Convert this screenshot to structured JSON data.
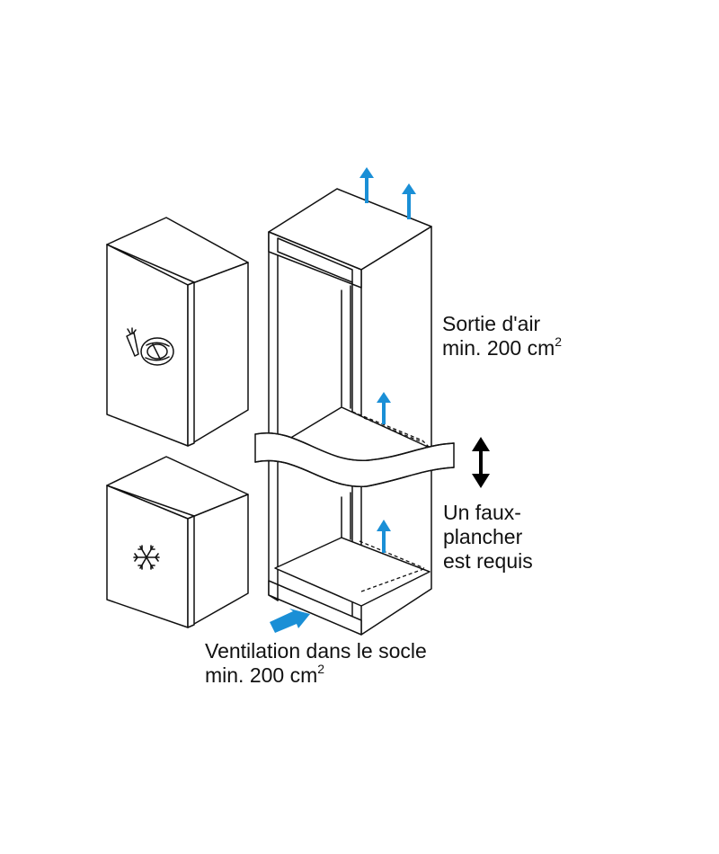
{
  "labels": {
    "air_out_line1": "Sortie d'air",
    "air_out_line2_prefix": "min. 200 cm",
    "air_out_line2_sup": "2",
    "floor_line1": "Un faux-",
    "floor_line2": "plancher",
    "floor_line3": "est requis",
    "vent_line1": "Ventilation dans le socle",
    "vent_line2_prefix": "min. 200 cm",
    "vent_line2_sup": "2"
  },
  "colors": {
    "airflow_arrow": "#1a8fd6",
    "outline": "#111111",
    "adjust_arrow": "#000000"
  },
  "icons": {
    "fridge_compartment": [
      "carrot-icon",
      "cabbage-icon"
    ],
    "freezer_compartment": [
      "snowflake-icon"
    ],
    "adjustable_height": "double-vertical-arrow-icon"
  }
}
